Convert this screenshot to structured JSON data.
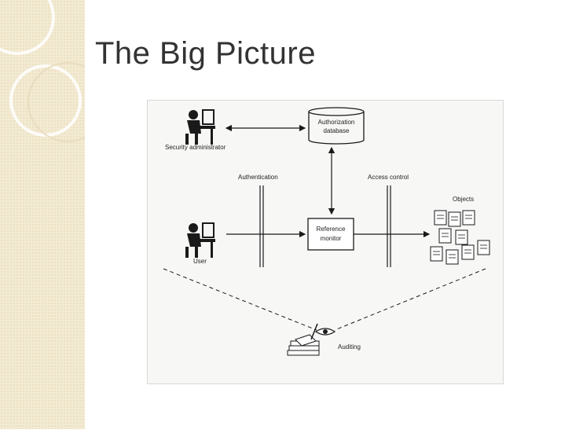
{
  "slide": {
    "title": "The Big Picture"
  },
  "diagram": {
    "security_admin_label": "Security administrator",
    "user_label": "User",
    "auth_db_line1": "Authorization",
    "auth_db_line2": "database",
    "authentication_label": "Authentication",
    "access_control_label": "Access control",
    "reference_monitor_line1": "Reference",
    "reference_monitor_line2": "monitor",
    "objects_label": "Objects",
    "auditing_label": "Auditing"
  },
  "colors": {
    "strip": "#f3ead2",
    "title": "#333333",
    "ink": "#1a1a1a"
  }
}
